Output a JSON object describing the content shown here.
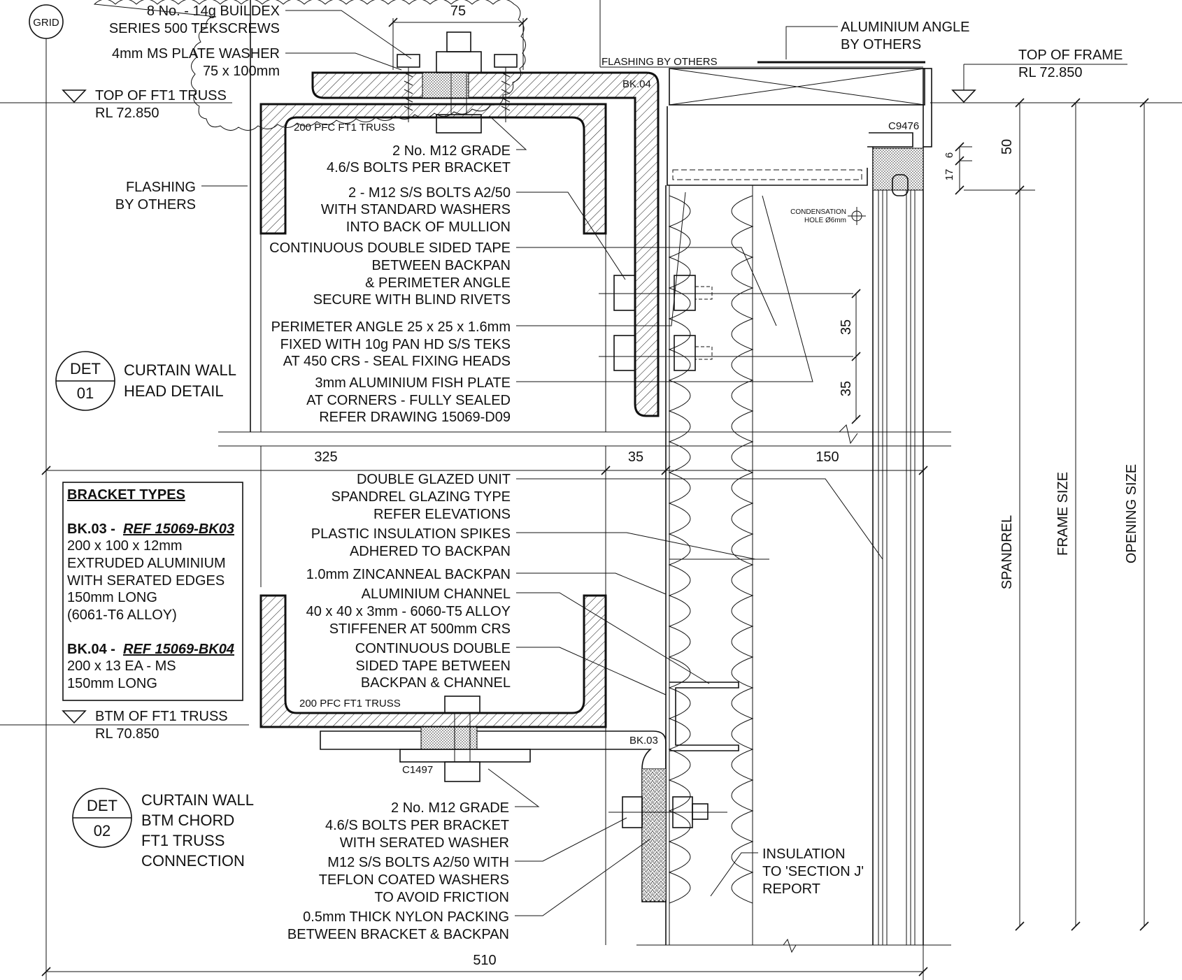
{
  "grid_bubble": "GRID",
  "det01": {
    "det": "DET",
    "num": "01",
    "title_line1": "CURTAIN WALL",
    "title_line2": "HEAD DETAIL"
  },
  "det02": {
    "det": "DET",
    "num": "02",
    "title_line1": "CURTAIN WALL",
    "title_line2": "BTM CHORD",
    "title_line3": "FT1 TRUSS",
    "title_line4": "CONNECTION"
  },
  "levels": {
    "top_truss": "TOP OF FT1 TRUSS",
    "top_truss_rl": "RL 72.850",
    "top_frame": "TOP OF FRAME",
    "top_frame_rl": "RL 72.850",
    "btm_truss": "BTM OF FT1 TRUSS",
    "btm_truss_rl": "RL 70.850"
  },
  "head_notes": {
    "tekscrews_1": "8 No. - 14g BUILDEX",
    "tekscrews_2": "SERIES 500 TEKSCREWS",
    "washer_1": "4mm MS PLATE WASHER",
    "washer_2": "75 x 100mm",
    "flashing_1": "FLASHING",
    "flashing_2": "BY OTHERS",
    "bolts_1": "2 No. M12 GRADE",
    "bolts_2": "4.6/S BOLTS PER BRACKET",
    "ss_bolts_1": "2 - M12 S/S BOLTS A2/50",
    "ss_bolts_2": "WITH STANDARD WASHERS",
    "ss_bolts_3": "INTO BACK OF MULLION",
    "tape_1": "CONTINUOUS DOUBLE SIDED TAPE",
    "tape_2": "BETWEEN BACKPAN",
    "tape_3": "& PERIMETER ANGLE",
    "tape_4": "SECURE WITH BLIND RIVETS",
    "angle_1": "PERIMETER ANGLE 25 x 25 x 1.6mm",
    "angle_2": "FIXED WITH 10g PAN HD S/S TEKS",
    "angle_3": "AT 450 CRS - SEAL FIXING HEADS",
    "fish_1": "3mm ALUMINIUM FISH PLATE",
    "fish_2": "AT CORNERS - FULLY SEALED",
    "fish_3": "REFER DRAWING 15069-D09",
    "al_angle_1": "ALUMINIUM ANGLE",
    "al_angle_2": "BY OTHERS",
    "flashing_top": "FLASHING BY OTHERS",
    "condensation_1": "CONDENSATION",
    "condensation_2": "HOLE Ø6mm",
    "truss_top": "200 PFC FT1 TRUSS",
    "bk04": "BK.04",
    "c9476": "C9476"
  },
  "mid_notes": {
    "dgu_1": "DOUBLE GLAZED UNIT",
    "dgu_2": "SPANDREL GLAZING TYPE",
    "dgu_3": "REFER ELEVATIONS",
    "spikes_1": "PLASTIC INSULATION SPIKES",
    "spikes_2": "ADHERED TO BACKPAN",
    "backpan": "1.0mm ZINCANNEAL BACKPAN",
    "channel_1": "ALUMINIUM CHANNEL",
    "channel_2": "40 x 40 x 3mm - 6060-T5 ALLOY",
    "channel_3": "STIFFENER AT 500mm CRS",
    "tape2_1": "CONTINUOUS DOUBLE",
    "tape2_2": "SIDED TAPE BETWEEN",
    "tape2_3": "BACKPAN & CHANNEL"
  },
  "btm_notes": {
    "bolts_1": "2 No. M12 GRADE",
    "bolts_2": "4.6/S BOLTS PER BRACKET",
    "bolts_3": "WITH SERATED WASHER",
    "ss_1": "M12 S/S BOLTS A2/50 WITH",
    "ss_2": "TEFLON COATED WASHERS",
    "ss_3": "TO AVOID FRICTION",
    "nylon_1": "0.5mm THICK NYLON PACKING",
    "nylon_2": "BETWEEN BRACKET & BACKPAN",
    "insul_1": "INSULATION",
    "insul_2": "TO 'SECTION J'",
    "insul_3": "REPORT",
    "truss_btm": "200 PFC FT1 TRUSS",
    "bk03": "BK.03",
    "c1497": "C1497"
  },
  "bracket_types": {
    "heading": "BRACKET TYPES",
    "bk03_code": "BK.03 -",
    "bk03_ref": "REF 15069-BK03",
    "bk03_1": "200 x 100 x 12mm",
    "bk03_2": "EXTRUDED ALUMINIUM",
    "bk03_3": "WITH SERATED EDGES",
    "bk03_4": "150mm LONG",
    "bk03_5": "(6061-T6 ALLOY)",
    "bk04_code": "BK.04 -",
    "bk04_ref": "REF 15069-BK04",
    "bk04_1": "200 x 13 EA - MS",
    "bk04_2": "150mm LONG"
  },
  "dims": {
    "d75": "75",
    "d325": "325",
    "d35_h": "35",
    "d150": "150",
    "d510": "510",
    "d35_v1": "35",
    "d35_v2": "35",
    "d50": "50",
    "d6": "6",
    "d17": "17",
    "spandrel": "SPANDREL",
    "frame_size": "FRAME SIZE",
    "opening_size": "OPENING SIZE"
  }
}
